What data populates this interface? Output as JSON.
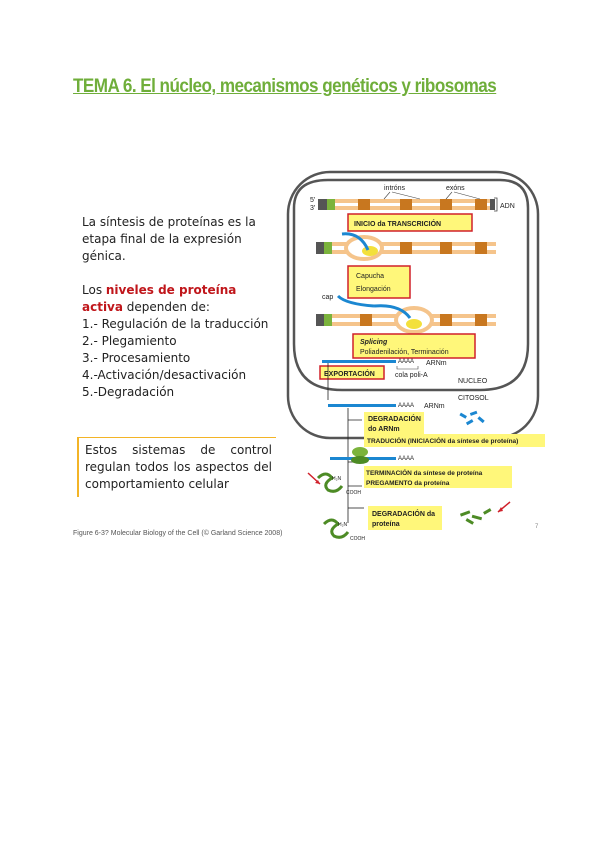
{
  "title": "TEMA 6. El núcleo, mecanismos genéticos y ribosomas",
  "intro": "La síntesis de proteínas es la etapa final de la expresión génica.",
  "levels": {
    "prefix": "Los ",
    "highlight": "niveles de proteína activa",
    "suffix": " dependen de:",
    "items": [
      "1.- Regulación de la traducción",
      "2.- Plegamiento",
      "3.- Procesamiento",
      "4.-Activación/desactivación",
      "5.-Degradación"
    ]
  },
  "note": "Estos sistemas de control regulan todos los aspectos del comportamiento celular",
  "caption": "Figure 6-3? Molecular Biology of the Cell (© Garland Science 2008)",
  "diagram": {
    "labels": {
      "introns": "intróns",
      "exons": "exóns",
      "five_prime": "5'",
      "three_prime": "3'",
      "adn": "ADN",
      "cap": "cap",
      "aaaa": "AAAA",
      "arnm": "ARNm",
      "cola": "cola poli-A",
      "nucleo": "NUCLEO",
      "citosol": "CITOSOL",
      "h2n": "H₂N",
      "cooh": "COOH",
      "page_num": "7"
    },
    "boxes": {
      "inicio": "INICIO da TRANSCRICIÓN",
      "capucha": "Capucha",
      "elongacion": "Elongación",
      "splicing": "Splicing",
      "poliadenilacion": "Poliadenilación, Terminación",
      "exportacion": "EXPORTACIÓN",
      "degradacion_arnm_1": "DEGRADACIÓN",
      "degradacion_arnm_2": "do ARNm",
      "tradución": "TRADUCIÓN (INICIACIÓN da síntese de proteína)",
      "terminacion": "TERMINACIÓN da síntese de proteína",
      "pregamento": "PREGAMENTO da proteína",
      "degradacion_prot_1": "DEGRADACIÓN da",
      "degradacion_prot_2": "proteína"
    },
    "colors": {
      "dna": "#f5c48b",
      "exon": "#c8771f",
      "green": "#7bb33c",
      "blue": "#1b87d1",
      "yellow_box": "#fff77a",
      "red_border": "#d0202a",
      "membrane": "#555555"
    }
  }
}
